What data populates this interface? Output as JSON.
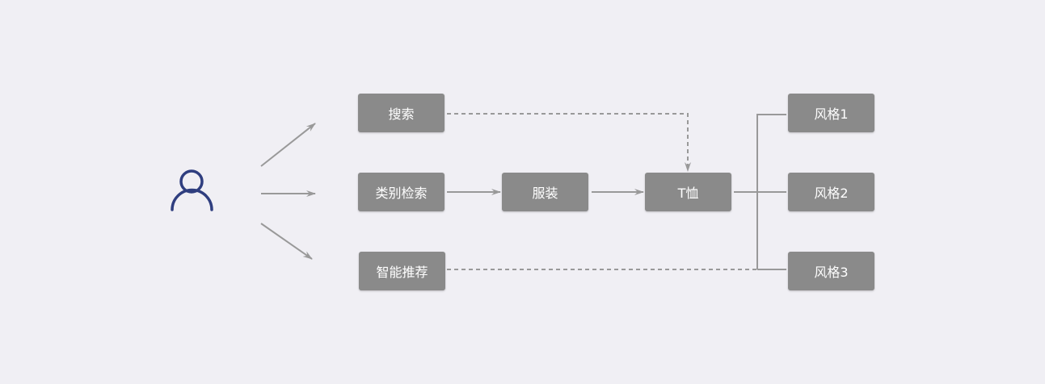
{
  "colors": {
    "background": "#f0eff4",
    "box": "#8a8a8a",
    "line": "#999999",
    "user_icon": "#2f3e7f"
  },
  "icons": {
    "user": "user-icon"
  },
  "nodes": {
    "search": "搜索",
    "category_search": "类别检索",
    "smart_recommend": "智能推荐",
    "clothing": "服装",
    "tshirt": "T恤",
    "style1": "风格1",
    "style2": "风格2",
    "style3": "风格3"
  }
}
